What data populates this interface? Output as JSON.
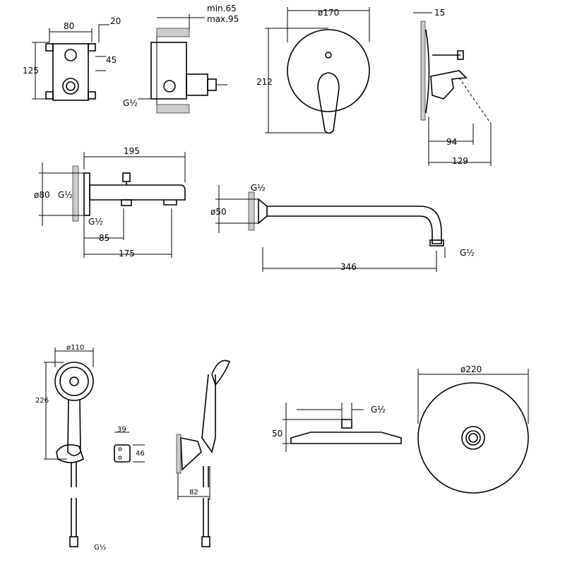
{
  "title": "Concealed bath/shower mixer set – technical drawing",
  "dimensions": {
    "valve_width": "80",
    "valve_offset": "20",
    "valve_height": "125",
    "valve_center": "45",
    "valve_depth_min": "min.65",
    "valve_depth_max": "max.95",
    "valve_thread": "G½",
    "plate_diameter": "ø170",
    "plate_height": "212",
    "plate_thickness": "15",
    "handle_projection": "94",
    "handle_total": "129",
    "spout_length": "195",
    "spout_rosette": "ø80",
    "spout_thread_wall": "G½",
    "spout_thread_bottom": "G½",
    "spout_outlet_offset": "85",
    "spout_outlet": "175",
    "arm_thread_wall": "G½",
    "arm_rosette": "ø50",
    "arm_length": "346",
    "arm_thread_end": "G½",
    "handshower_diameter": "ø110",
    "handshower_length": "226",
    "holder_width": "39",
    "holder_height": "46",
    "holder_projection": "82",
    "hose_thread": "G½",
    "head_diameter": "ø220",
    "head_thread": "G½",
    "head_height": "50"
  }
}
